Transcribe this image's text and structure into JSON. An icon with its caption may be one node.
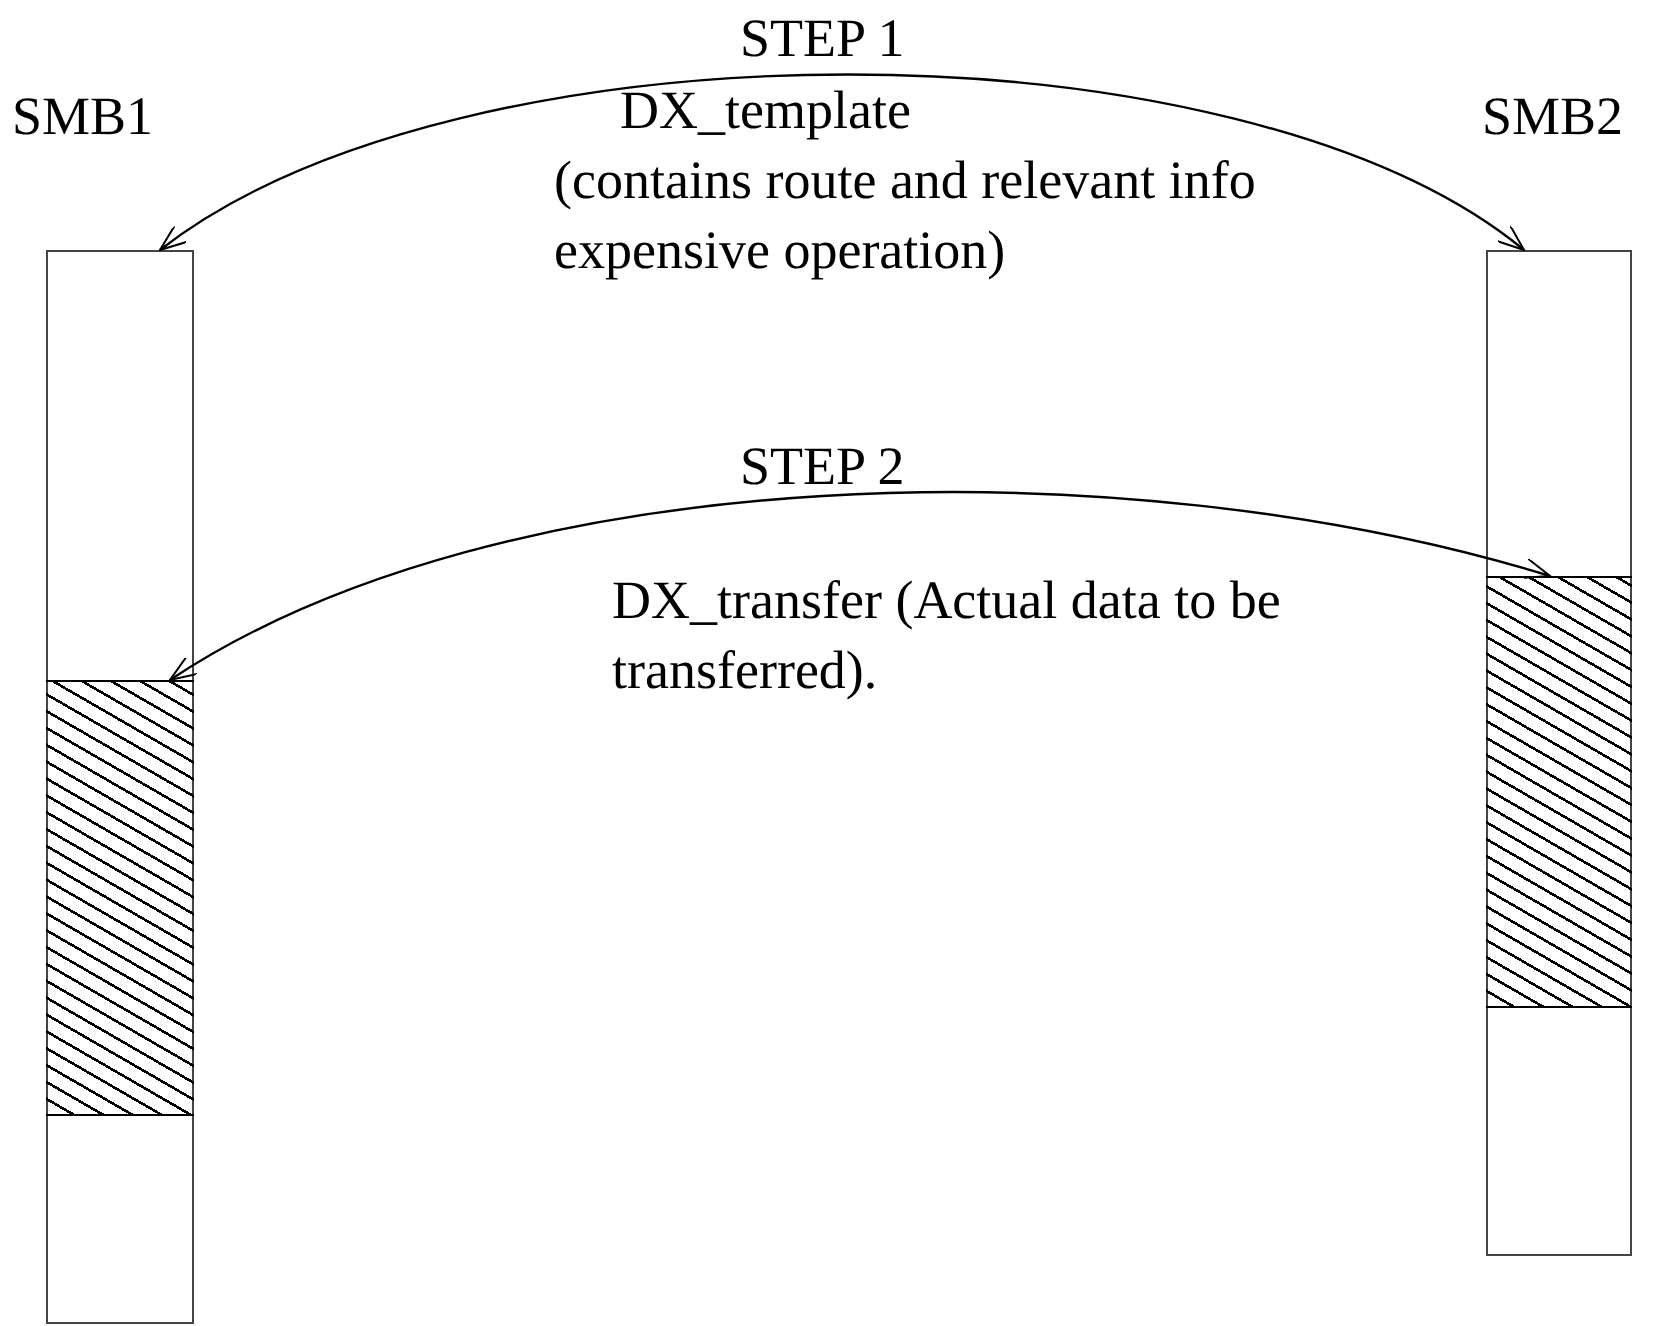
{
  "diagram": {
    "nodes": [
      {
        "text": [
          "SMB1"
        ]
      },
      {
        "text": [],
        "shape": "box",
        "in": 0
      },
      {
        "text": [
          "SMB2"
        ]
      },
      {
        "text": [],
        "shape": "box",
        "in": 2
      }
    ],
    "edges": [
      {
        "from": 2,
        "to": 0,
        "arrow": "both",
        "label": "STEP 1"
      },
      {
        "from": 1,
        "to": 3,
        "arrow": "both",
        "label": "STEP 2"
      }
    ],
    "labels": [
      "DX_template",
      "(contains route and relevant info expensive operation)",
      "DX_transfer (Actual data to be transferred)."
    ]
  }
}
